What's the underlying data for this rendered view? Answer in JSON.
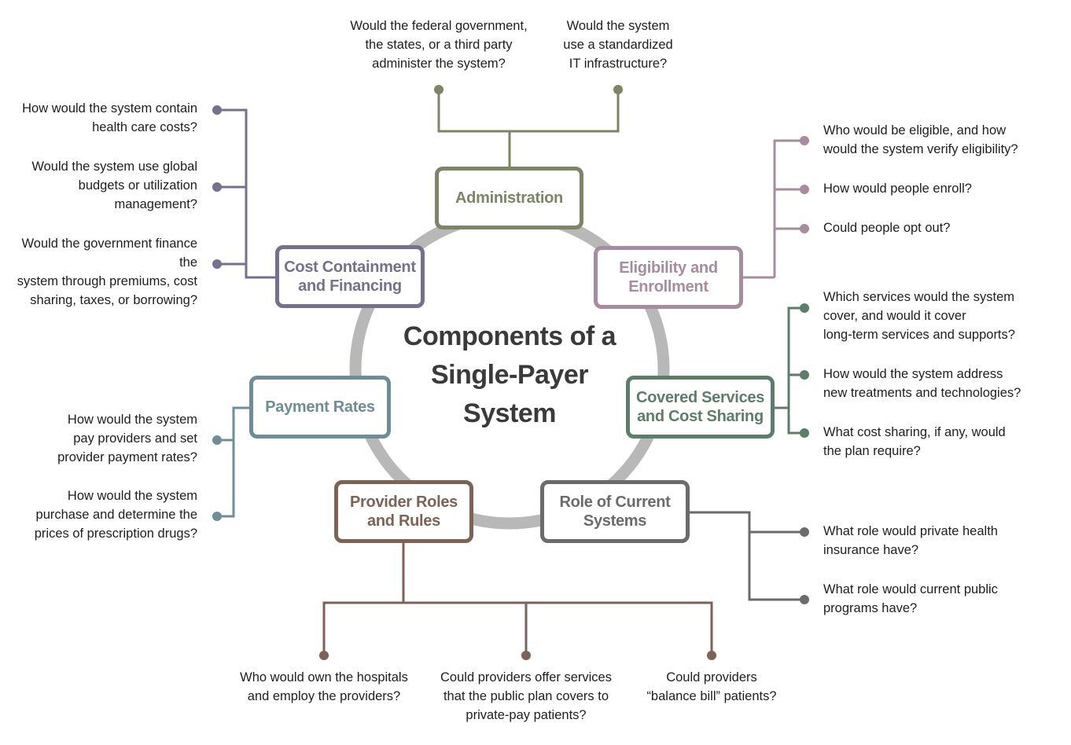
{
  "title": "Components of a\nSingle-Payer\nSystem",
  "colors": {
    "ring": "#b8b8b8",
    "administration": "#7c8566",
    "eligibility": "#a68c9e",
    "covered": "#5c7d6a",
    "current": "#6b6b6b",
    "provider": "#7d6256",
    "payment": "#6e8d96",
    "cost": "#75708c"
  },
  "components": {
    "administration": {
      "label": "Administration",
      "questions": [
        "Would the federal government,\nthe states, or a third party\nadminister the system?",
        "Would the system\nuse a standardized\nIT infrastructure?"
      ]
    },
    "eligibility": {
      "label": "Eligibility and\nEnrollment",
      "questions": [
        "Who would be eligible, and how\nwould the system verify eligibility?",
        "How would people enroll?",
        "Could people opt out?"
      ]
    },
    "covered": {
      "label": "Covered Services\nand Cost Sharing",
      "questions": [
        "Which services would the system\ncover, and would it cover\nlong-term services and supports?",
        "How would the system address\nnew treatments and technologies?",
        "What cost sharing, if any, would\nthe plan require?"
      ]
    },
    "current": {
      "label": "Role of Current\nSystems",
      "questions": [
        "What role would private health\ninsurance have?",
        "What role would current public\nprograms have?"
      ]
    },
    "provider": {
      "label": "Provider Roles\nand Rules",
      "questions": [
        "Who would own the hospitals\nand employ the providers?",
        "Could providers offer services\nthat the public plan covers to\nprivate-pay patients?",
        "Could providers\n“balance bill” patients?"
      ]
    },
    "payment": {
      "label": "Payment Rates",
      "questions": [
        "How would the system\npay providers and set\nprovider payment rates?",
        "How would the system\npurchase and determine the\nprices of prescription drugs?"
      ]
    },
    "cost": {
      "label": "Cost Containment\nand Financing",
      "questions": [
        "How would the system contain\nhealth care costs?",
        "Would the system use global\nbudgets or utilization\nmanagement?",
        "Would the government finance the\nsystem through premiums, cost\nsharing, taxes, or borrowing?"
      ]
    }
  }
}
